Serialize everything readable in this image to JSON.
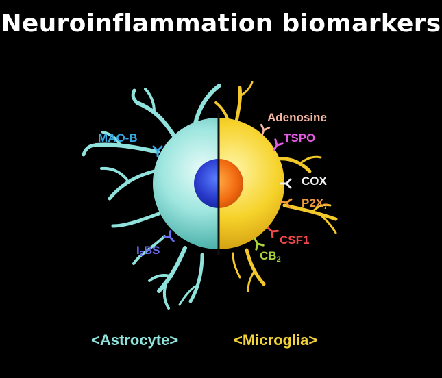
{
  "title": "Neuroinflammation biomarkers",
  "colors": {
    "astrocyte": "#8fe3dc",
    "microglia": "#f2d33a",
    "mao_b": "#35a8e6",
    "i2bs": "#6b6ef0",
    "adenosine": "#f6b7a3",
    "tspo": "#e25be0",
    "cox": "#f0f0f0",
    "p2x7": "#f39a3a",
    "csf1": "#f04848",
    "cb2": "#a9d43a"
  },
  "labels": {
    "mao_b": "MAO-B",
    "i2bs_main": "I",
    "i2bs_sub": "2",
    "i2bs_rest": "BS",
    "adenosine": "Adenosine",
    "tspo": "TSPO",
    "cox": "COX",
    "p2x7_main": "P2X",
    "p2x7_sub": "7",
    "csf1": "CSF1",
    "cb2_main": "CB",
    "cb2_sub": "2"
  },
  "captions": {
    "astrocyte": "<Astrocyte>",
    "microglia": "<Microglia>"
  }
}
